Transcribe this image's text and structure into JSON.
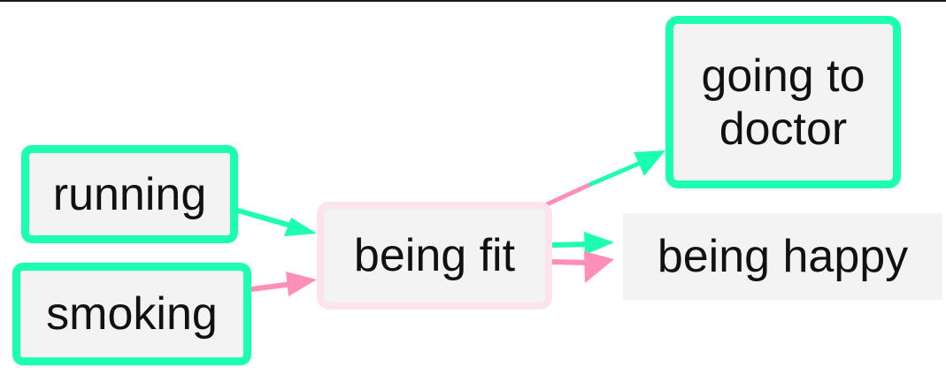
{
  "nodes": {
    "running": {
      "label": "running"
    },
    "smoking": {
      "label": "smoking"
    },
    "being_fit": {
      "label": "being fit"
    },
    "going_to_doctor": {
      "label": "going to\ndoctor"
    },
    "being_happy": {
      "label": "being happy"
    }
  },
  "edges": [
    {
      "from": "running",
      "to": "being fit",
      "color": "#1dffb0"
    },
    {
      "from": "smoking",
      "to": "being fit",
      "color": "#ff8fb8"
    },
    {
      "from": "being fit",
      "to": "going to doctor",
      "color": "#1dffb0"
    },
    {
      "from": "being fit",
      "to": "being happy",
      "color": "#1dffb0"
    },
    {
      "from": "being fit",
      "to": "being happy",
      "color": "#ff8fb8"
    }
  ],
  "colors": {
    "positive": "#1dffb0",
    "negative": "#ff8fb8",
    "neutral_border": "#fde3ec",
    "node_fill": "#f3f3f3"
  }
}
